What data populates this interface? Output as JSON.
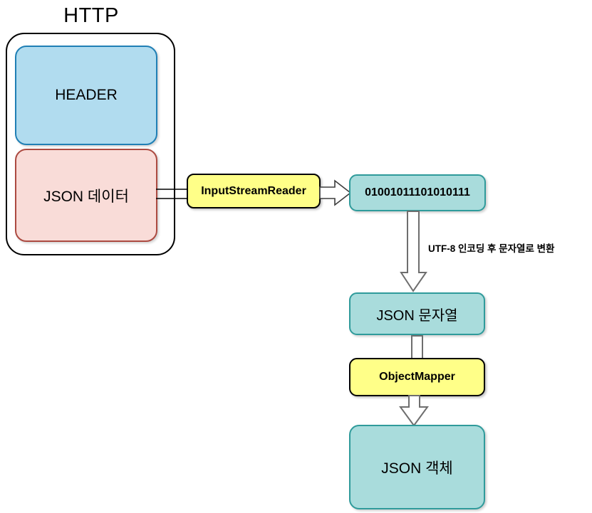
{
  "diagram": {
    "title": "HTTP request body to JSON object conversion flow",
    "container": {
      "label": "HTTP",
      "name": "http-container"
    },
    "nodes": {
      "header": {
        "label": "HEADER",
        "fill": "#b1dcef",
        "stroke": "#1f7fb5"
      },
      "json_data": {
        "label": "JSON 데이터",
        "fill": "#f9dcd8",
        "stroke": "#ac4a41"
      },
      "input_stream_reader": {
        "label": "InputStreamReader",
        "fill": "#ffff88",
        "stroke": "#000000"
      },
      "binary": {
        "label": "01001011101010111",
        "fill": "#a9dcdc",
        "stroke": "#2f9b9b"
      },
      "json_string": {
        "label": "JSON 문자열",
        "fill": "#a9dcdc",
        "stroke": "#2f9b9b"
      },
      "object_mapper": {
        "label": "ObjectMapper",
        "fill": "#ffff88",
        "stroke": "#000000"
      },
      "json_object": {
        "label": "JSON 객체",
        "fill": "#a9dcdc",
        "stroke": "#2f9b9b"
      }
    },
    "edges": {
      "json_data_to_reader": {
        "label": "",
        "style": "double-line"
      },
      "reader_to_binary": {
        "label": "",
        "style": "block-arrow-right"
      },
      "binary_to_json_string": {
        "label": "UTF-8 인코딩 후 문자열로 변환",
        "style": "block-arrow-down"
      },
      "json_string_to_object_mapper": {
        "label": "",
        "style": "block-stem-down"
      },
      "object_mapper_to_json_object": {
        "label": "",
        "style": "block-arrow-down"
      }
    }
  }
}
